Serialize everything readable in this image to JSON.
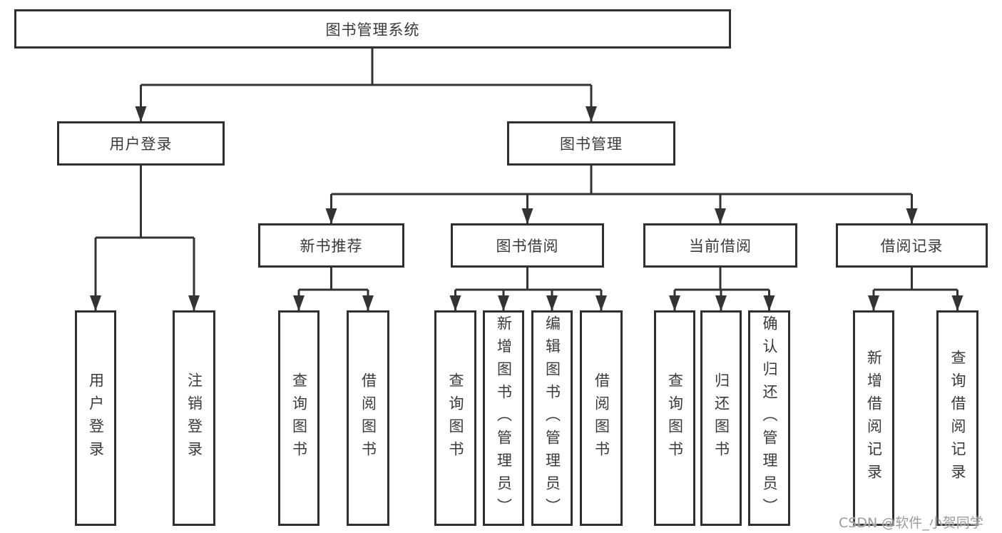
{
  "diagram_title": "图书管理系统",
  "tree": {
    "root": {
      "label": "图书管理系统"
    },
    "branches": [
      {
        "label": "用户登录",
        "children": [
          {
            "label": "用户登录"
          },
          {
            "label": "注销登录"
          }
        ]
      },
      {
        "label": "图书管理",
        "children": [
          {
            "label": "新书推荐",
            "children": [
              {
                "label": "查询图书"
              },
              {
                "label": "借阅图书"
              }
            ]
          },
          {
            "label": "图书借阅",
            "children": [
              {
                "label": "查询图书"
              },
              {
                "label": "新增图书（管理员）"
              },
              {
                "label": "编辑图书（管理员）"
              },
              {
                "label": "借阅图书"
              }
            ]
          },
          {
            "label": "当前借阅",
            "children": [
              {
                "label": "查询图书"
              },
              {
                "label": "归还图书"
              },
              {
                "label": "确认归还（管理员）"
              }
            ]
          },
          {
            "label": "借阅记录",
            "children": [
              {
                "label": "新增借阅记录"
              },
              {
                "label": "查询借阅记录"
              }
            ]
          }
        ]
      }
    ]
  },
  "watermark": {
    "text": "CSDN @软件_小贺同学"
  },
  "colors": {
    "line": "#333333",
    "box_border": "#2f2f2f",
    "text": "#3a3a3a",
    "watermark": "#9c9c9c",
    "background": "#ffffff"
  }
}
